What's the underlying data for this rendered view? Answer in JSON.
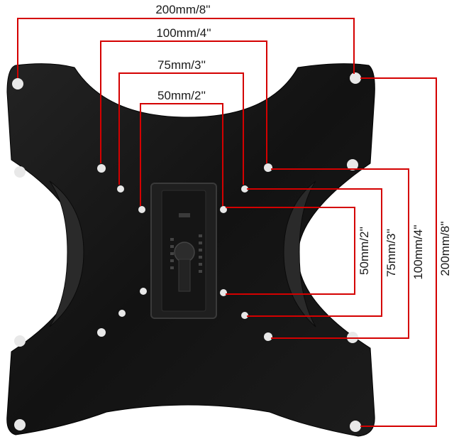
{
  "diagram": {
    "subject": "VESA TV wall mount plate",
    "horizontal_dimensions": [
      {
        "id": "h200",
        "label": "200mm/8''"
      },
      {
        "id": "h100",
        "label": "100mm/4''"
      },
      {
        "id": "h75",
        "label": "75mm/3''"
      },
      {
        "id": "h50",
        "label": "50mm/2''"
      }
    ],
    "vertical_dimensions": [
      {
        "id": "v50",
        "label": "50mm/2''"
      },
      {
        "id": "v75",
        "label": "75mm/3''"
      },
      {
        "id": "v100",
        "label": "100mm/4''"
      },
      {
        "id": "v200",
        "label": "200mm/8''"
      }
    ],
    "colors": {
      "dimension_line": "#d40000",
      "plate": "#161616",
      "plate_highlight": "#2c2c2c",
      "hole": "#e8e8e8",
      "label_text": "#1a1a1a"
    }
  }
}
